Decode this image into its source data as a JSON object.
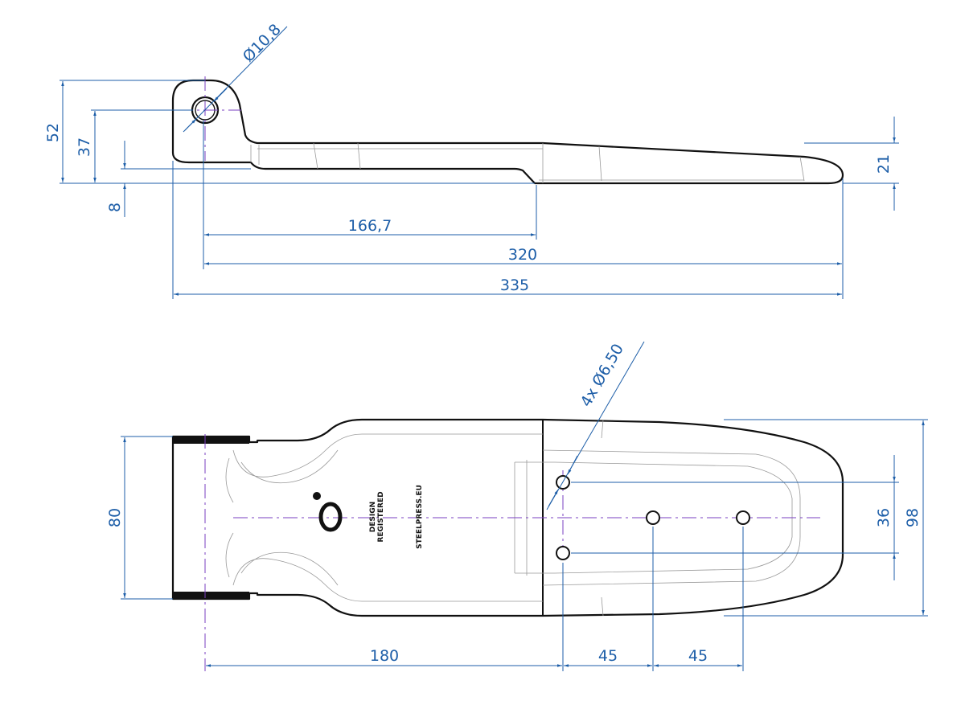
{
  "side_view": {
    "dimensions": {
      "pin_hole_diameter": "Ø10,8",
      "overall_height": "52",
      "pin_center_height": "37",
      "plate_offset": "8",
      "tip_thickness": "21",
      "pin_to_step": "166,7",
      "pin_to_tip": "320",
      "overall_length": "335"
    }
  },
  "top_view": {
    "dimensions": {
      "hole_callout": "4x Ø6,50",
      "knuckle_width": "80",
      "hole_spacing_vertical": "36",
      "overall_width": "98",
      "pin_to_first_holes": "180",
      "hole_spacing_1": "45",
      "hole_spacing_2": "45"
    },
    "logo": {
      "stamp_line1": "DESIGN",
      "stamp_line2": "REGISTERED",
      "website": "STEELPRESS.EU"
    }
  },
  "colors": {
    "dimension": "#1d5ea8",
    "centerline": "#7a3fc0",
    "outline": "#111111"
  }
}
